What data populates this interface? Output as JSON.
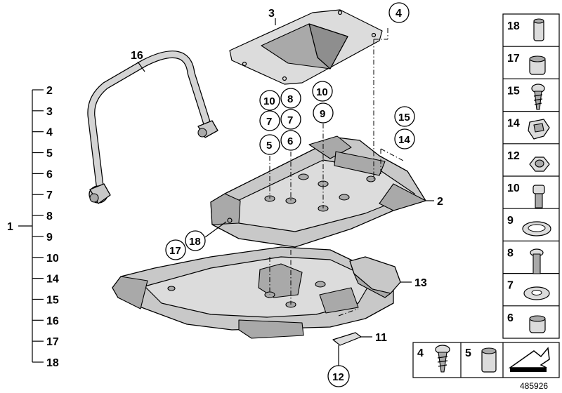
{
  "reference_number": "485926",
  "tree": {
    "root": "1",
    "items": [
      "2",
      "3",
      "4",
      "5",
      "6",
      "7",
      "8",
      "9",
      "10",
      "14",
      "15",
      "16",
      "17",
      "18"
    ]
  },
  "callouts": {
    "c3": "3",
    "c4": "4",
    "c16": "16",
    "c10a": "10",
    "c8": "8",
    "c10b": "10",
    "c7a": "7",
    "c7b": "7",
    "c9": "9",
    "c5": "5",
    "c6": "6",
    "c15": "15",
    "c14": "14",
    "c2": "2",
    "c17": "17",
    "c18": "18",
    "c13": "13",
    "c11": "11",
    "c12": "12"
  },
  "parts_column": [
    "18",
    "17",
    "15",
    "14",
    "12",
    "10",
    "9",
    "8",
    "7",
    "6"
  ],
  "bottom_row": [
    "4",
    "5"
  ]
}
